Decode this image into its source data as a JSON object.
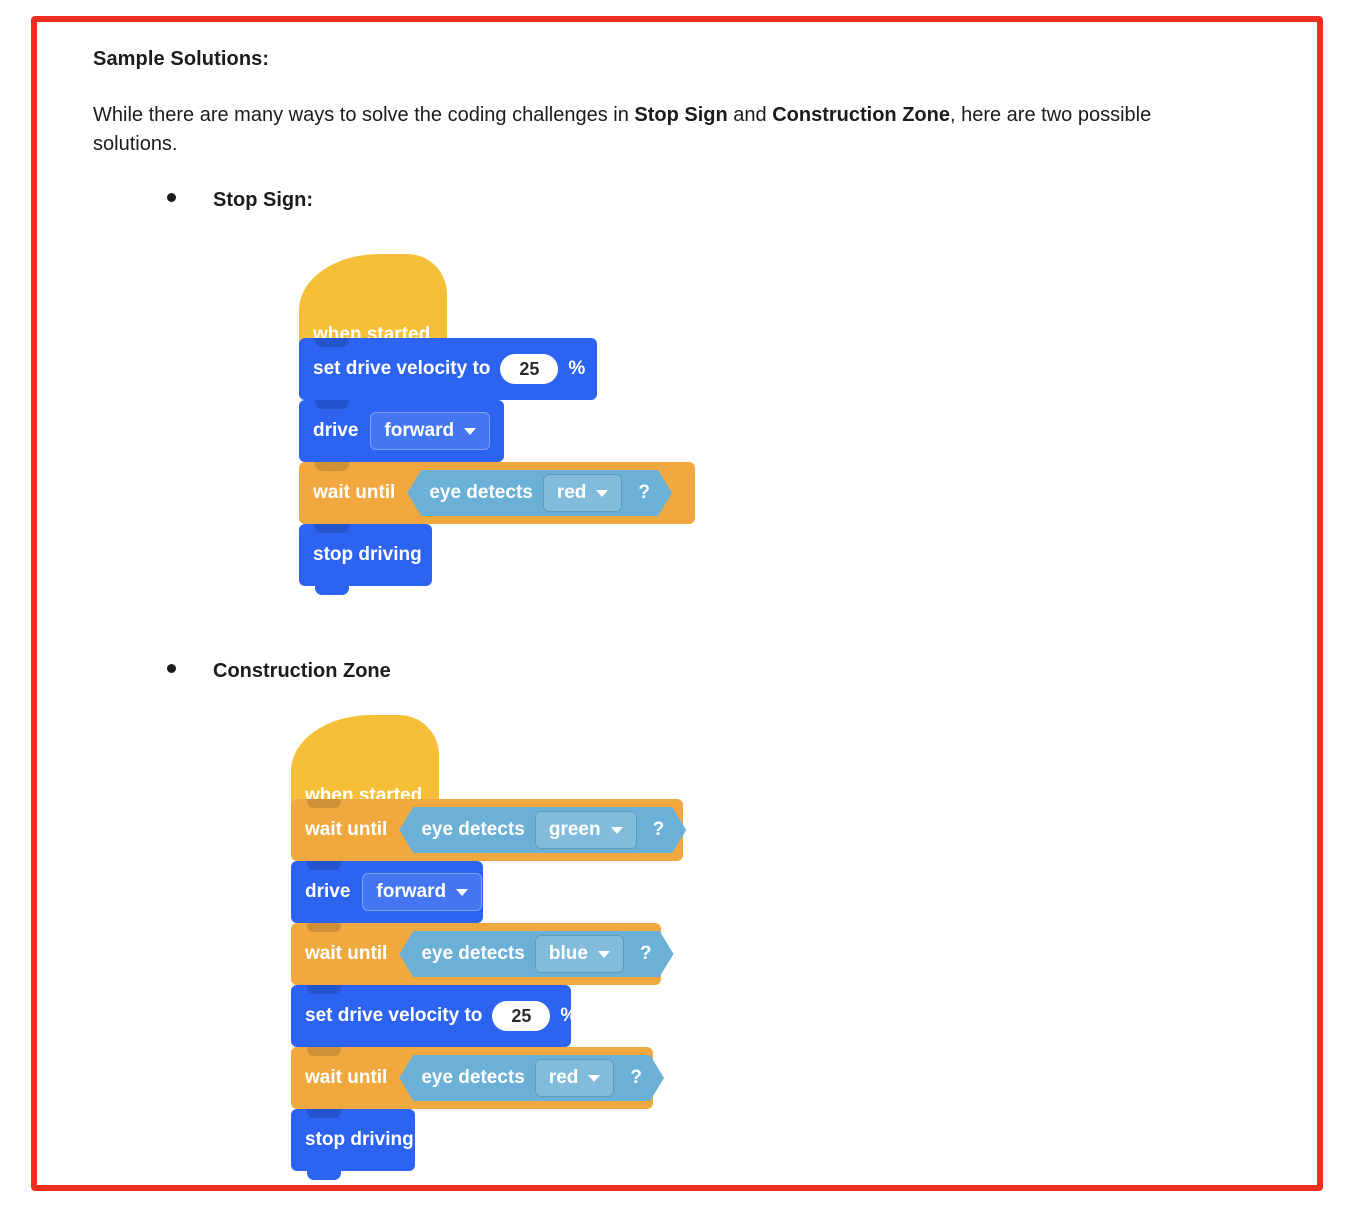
{
  "document": {
    "heading": "Sample Solutions:",
    "paragraph": {
      "part1": "While there are many ways to solve the coding challenges in ",
      "bold1": "Stop Sign",
      "part2": " and ",
      "bold2": "Construction Zone",
      "part3": ", here are two possible solutions."
    }
  },
  "colors": {
    "frame_border": "#ee2e20",
    "event_block": "#f5c038",
    "motion_block": "#2c63f0",
    "control_block": "#f1a93f",
    "sensing_boolean": "#6bb0d6",
    "text_on_block": "#ffffff",
    "body_text": "#1c1c1c"
  },
  "sections": [
    {
      "bullet_label": "Stop Sign:",
      "program": [
        {
          "type": "hat",
          "category": "event",
          "label": "when started"
        },
        {
          "type": "stack",
          "category": "motion",
          "label": "set drive velocity to",
          "value": "25",
          "unit": "%"
        },
        {
          "type": "stack",
          "category": "motion",
          "label": "drive",
          "dropdown": "forward"
        },
        {
          "type": "control",
          "category": "control",
          "label": "wait until",
          "boolean": {
            "label": "eye detects",
            "dropdown": "red",
            "suffix": "?"
          }
        },
        {
          "type": "stack",
          "category": "motion",
          "label": "stop driving"
        }
      ]
    },
    {
      "bullet_label": "Construction Zone",
      "program": [
        {
          "type": "hat",
          "category": "event",
          "label": "when started"
        },
        {
          "type": "control",
          "category": "control",
          "label": "wait until",
          "boolean": {
            "label": "eye detects",
            "dropdown": "green",
            "suffix": "?"
          }
        },
        {
          "type": "stack",
          "category": "motion",
          "label": "drive",
          "dropdown": "forward"
        },
        {
          "type": "control",
          "category": "control",
          "label": "wait until",
          "boolean": {
            "label": "eye detects",
            "dropdown": "blue",
            "suffix": "?"
          }
        },
        {
          "type": "stack",
          "category": "motion",
          "label": "set drive velocity to",
          "value": "25",
          "unit": "%"
        },
        {
          "type": "control",
          "category": "control",
          "label": "wait until",
          "boolean": {
            "label": "eye detects",
            "dropdown": "red",
            "suffix": "?"
          }
        },
        {
          "type": "stack",
          "category": "motion",
          "label": "stop driving"
        }
      ]
    }
  ]
}
